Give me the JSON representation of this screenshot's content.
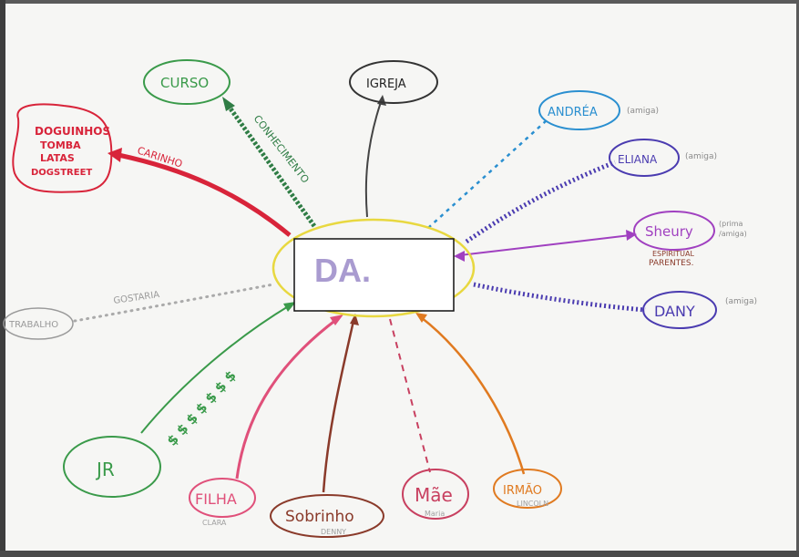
{
  "center": {
    "label": "DA."
  },
  "nodes": {
    "curso": {
      "label": "CURSO",
      "link": "CONHECIMENTO"
    },
    "igreja": {
      "label": "IGREJA"
    },
    "doguinhos": {
      "lines": [
        "DOGUINHOS",
        "TOMBA",
        "LATAS",
        "DOGSTREET"
      ],
      "link": "CARINHO"
    },
    "andrea": {
      "label": "ANDRÉA",
      "note": "(amiga)"
    },
    "eliana": {
      "label": "ELIANA",
      "note": "(amiga)"
    },
    "sheury": {
      "label": "Sheury",
      "note1": "(prima",
      "note2": "/amiga)",
      "link1": "ESPIRITUAL",
      "link2": "PARENTES."
    },
    "dany": {
      "label": "DANY",
      "note": "(amiga)"
    },
    "trabalho": {
      "label": "TRABALHO",
      "link": "GOSTARIA"
    },
    "jr": {
      "label": "JR",
      "link": "$ $ $ $ $ $ $"
    },
    "filha": {
      "label": "FILHA",
      "sub": "CLARA"
    },
    "sobrinho": {
      "label": "Sobrinho",
      "sub": "DENNY"
    },
    "mae": {
      "label": "Mãe",
      "sub": "Maria"
    },
    "irmao": {
      "label": "IRMÃO",
      "sub": "LINCOLN"
    }
  },
  "colors": {
    "paper": "#f6f6f4",
    "green": "#3a9a4a",
    "darkgreen": "#2f7d45",
    "red": "#d8243a",
    "gray": "#444444",
    "lightgray": "#9a9a9a",
    "blue": "#2a8fd0",
    "indigo": "#4a3bb0",
    "violet": "#a040c0",
    "pink": "#e0507a",
    "brown": "#8a3a2a",
    "rose": "#c84060",
    "orange": "#e07a20",
    "yellow": "#e8d840",
    "centerText": "#a99bd0"
  }
}
